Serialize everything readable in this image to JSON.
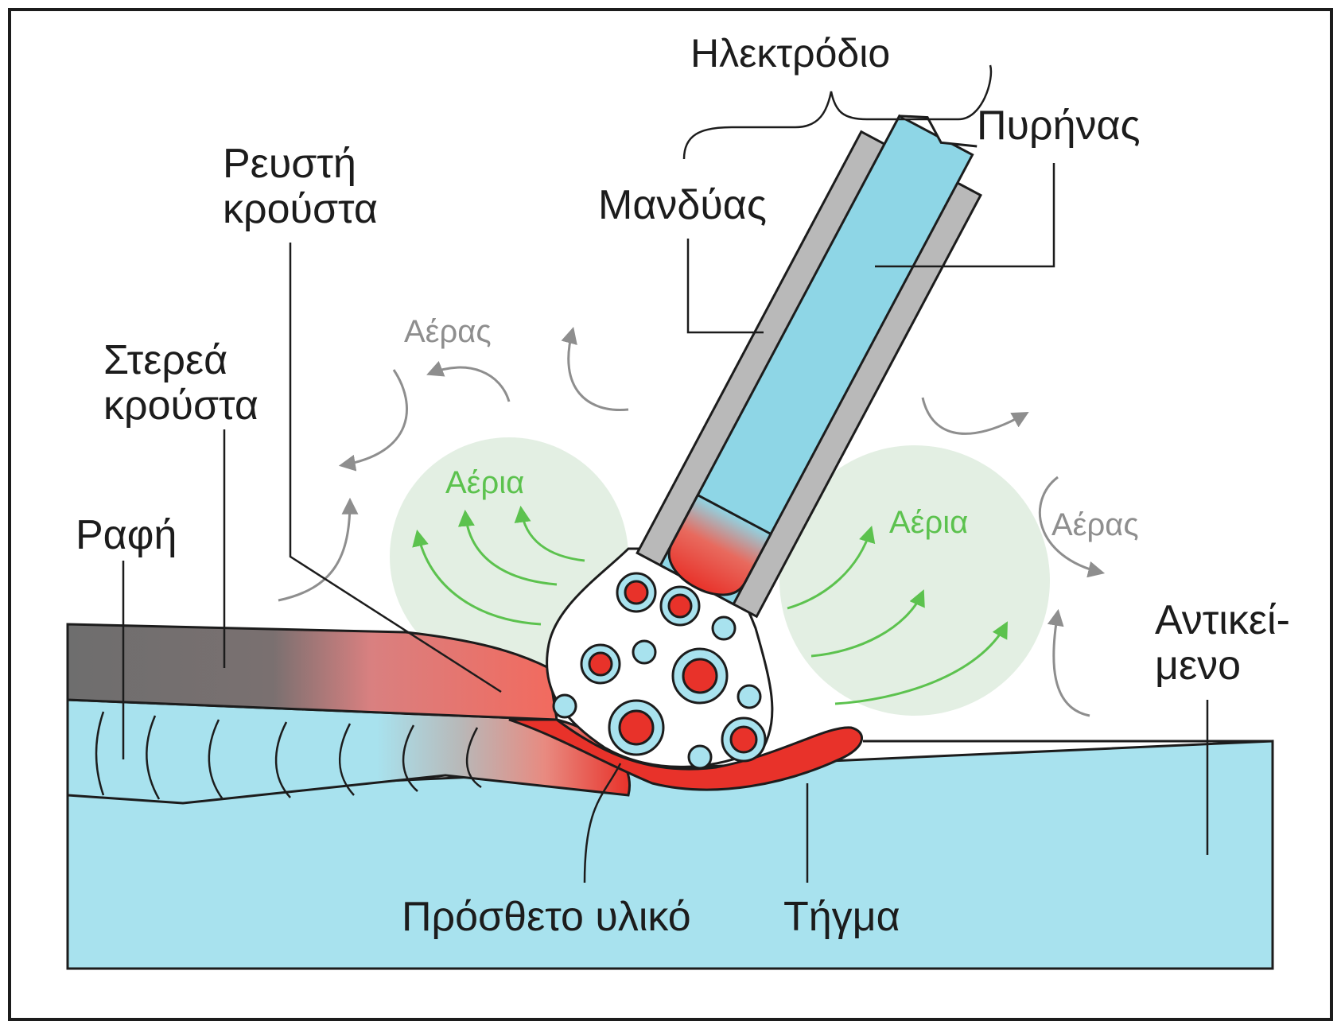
{
  "labels": {
    "electrode": "Ηλεκτρόδιο",
    "core": "Πυρήνας",
    "coating": "Μανδύας",
    "liquid_slag": "Ρευστή\nκρούστα",
    "solid_slag": "Στερεά\nκρούστα",
    "seam": "Ραφή",
    "air_left": "Αέρας",
    "air_right": "Αέρας",
    "gases_left": "Αέρια",
    "gases_right": "Αέρια",
    "workpiece": "Αντικεί-\nμενο",
    "filler_material": "Πρόσθετο υλικό",
    "melt": "Τήγμα"
  },
  "colors": {
    "metal": "#a8e2ee",
    "electrode_core": "#8ed6e6",
    "coating": "#b9b9b9",
    "molten": "#e8322a",
    "slag_solid": "#6e6e6e",
    "gas_cloud": "#e3efe3",
    "gas_arrow": "#5cc24e",
    "air_arrow": "#8e8e8e",
    "outline": "#1c1c1c"
  }
}
